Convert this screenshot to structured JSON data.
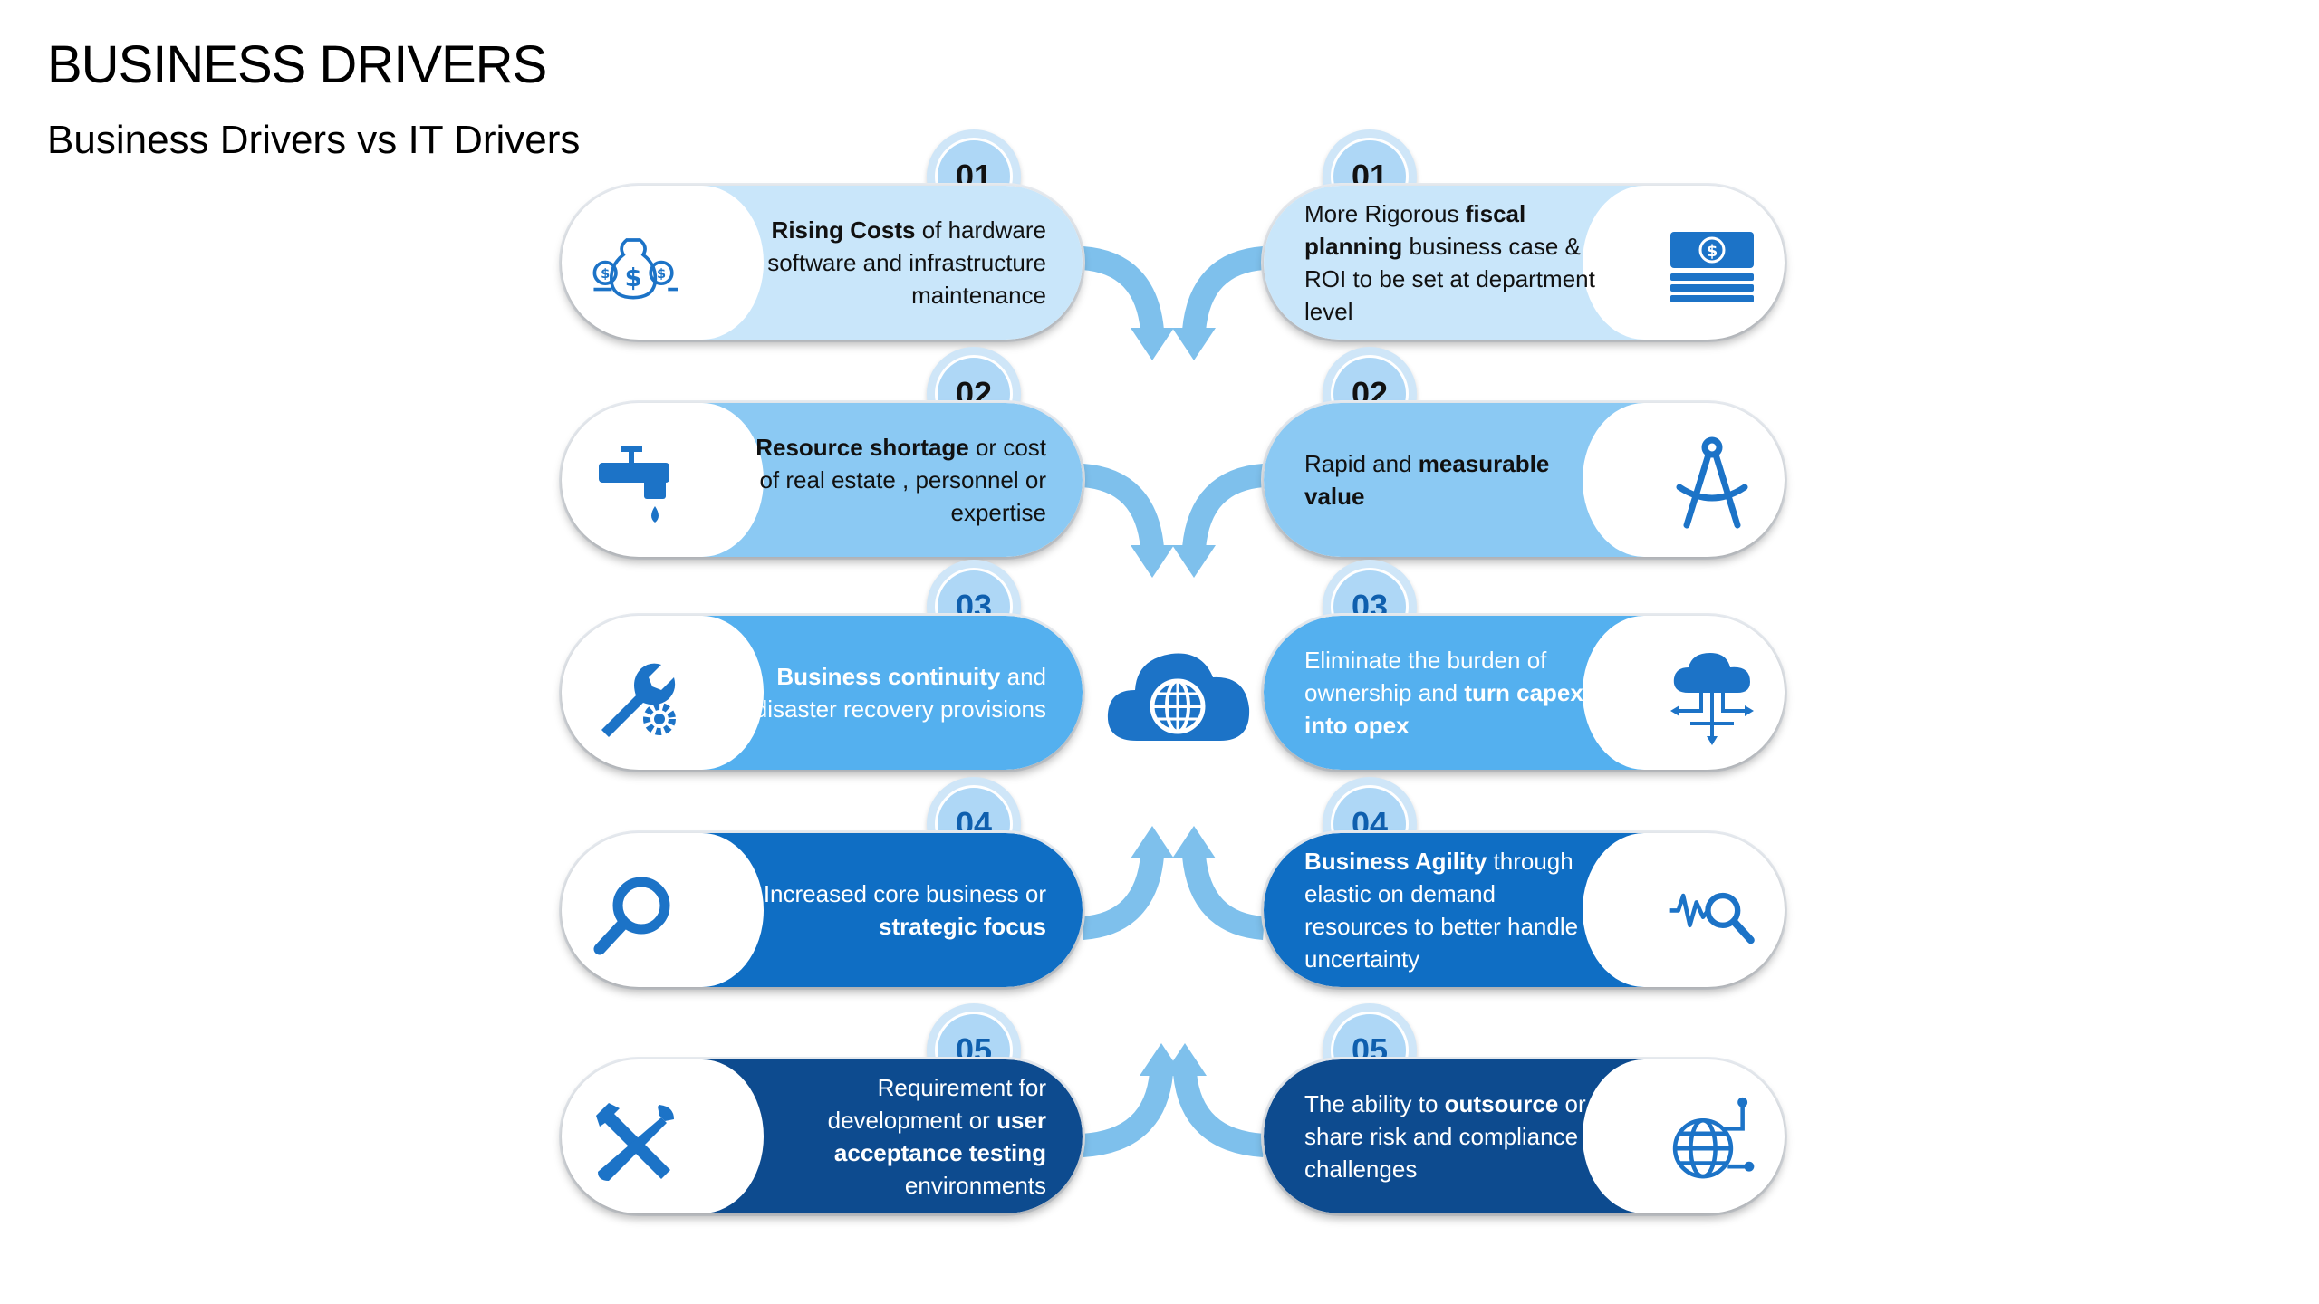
{
  "title": "BUSINESS DRIVERS",
  "subtitle": "Business Drivers vs IT Drivers",
  "colors": {
    "shade1": "#c9e6fa",
    "shade2": "#8bc9f3",
    "shade3": "#54b0ef",
    "shade4": "#0f6ec4",
    "shade5": "#0d4b8f",
    "icon": "#1c73c7",
    "connector": "#7ec0ec"
  },
  "business_drivers": [
    {
      "number": "01",
      "icon": "money-bags-icon",
      "parts": [
        [
          "Rising Costs",
          true
        ],
        [
          " of hardware software and infrastructure maintenance",
          false
        ]
      ]
    },
    {
      "number": "02",
      "icon": "faucet-icon",
      "parts": [
        [
          "Resource shortage",
          true
        ],
        [
          " or cost of real estate , personnel or expertise",
          false
        ]
      ]
    },
    {
      "number": "03",
      "icon": "wrench-gear-icon",
      "parts": [
        [
          "Business continuity",
          true
        ],
        [
          " and disaster recovery provisions",
          false
        ]
      ]
    },
    {
      "number": "04",
      "icon": "magnifier-icon",
      "parts": [
        [
          "Increased core business or ",
          false
        ],
        [
          "strategic focus",
          true
        ]
      ]
    },
    {
      "number": "05",
      "icon": "hammer-wrench-icon",
      "parts": [
        [
          "Requirement for development or ",
          false
        ],
        [
          "user acceptance testing",
          true
        ],
        [
          " environments",
          false
        ]
      ]
    }
  ],
  "it_drivers": [
    {
      "number": "01",
      "icon": "cash-stack-icon",
      "parts": [
        [
          "More Rigorous ",
          false
        ],
        [
          "fiscal planning",
          true
        ],
        [
          " business case & ROI to be set at department level",
          false
        ]
      ]
    },
    {
      "number": "02",
      "icon": "compass-icon",
      "parts": [
        [
          "Rapid and ",
          false
        ],
        [
          "measurable value",
          true
        ]
      ]
    },
    {
      "number": "03",
      "icon": "cloud-network-icon",
      "parts": [
        [
          "Eliminate the burden of ownership and ",
          false
        ],
        [
          "turn capex into opex",
          true
        ]
      ]
    },
    {
      "number": "04",
      "icon": "signal-search-icon",
      "parts": [
        [
          "Business Agility",
          true
        ],
        [
          " through elastic on demand resources to better handle uncertainty",
          false
        ]
      ]
    },
    {
      "number": "05",
      "icon": "global-network-icon",
      "parts": [
        [
          "The ability to ",
          false
        ],
        [
          "outsource",
          true
        ],
        [
          " or share risk and compliance challenges",
          false
        ]
      ]
    }
  ],
  "hub": {
    "icon": "cloud-globe-icon"
  }
}
